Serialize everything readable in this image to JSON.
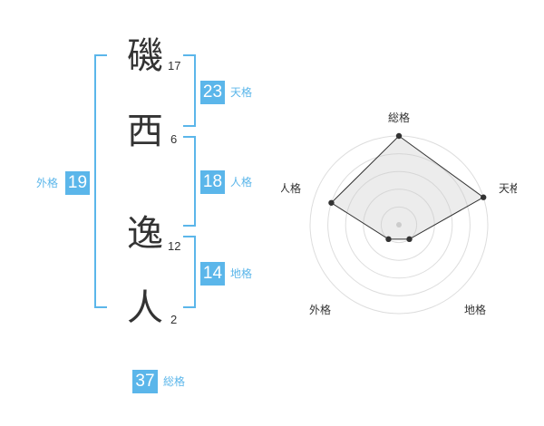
{
  "name_chars": [
    {
      "char": "磯",
      "strokes": "17"
    },
    {
      "char": "西",
      "strokes": "6"
    },
    {
      "char": "逸",
      "strokes": "12"
    },
    {
      "char": "人",
      "strokes": "2"
    }
  ],
  "fortunes": {
    "tenkaku": {
      "value": "23",
      "label": "天格"
    },
    "jinkaku": {
      "value": "18",
      "label": "人格"
    },
    "chikaku": {
      "value": "14",
      "label": "地格"
    },
    "gaikaku": {
      "value": "19",
      "label": "外格"
    },
    "soukaku": {
      "value": "37",
      "label": "総格"
    }
  },
  "colors": {
    "accent": "#5bb6ea",
    "text": "#333333",
    "grid": "#dddddd"
  },
  "chart_data": {
    "type": "radar",
    "axes": [
      "総格",
      "天格",
      "地格",
      "外格",
      "人格"
    ],
    "values": [
      5,
      5,
      1,
      1,
      4
    ],
    "rmax": 5,
    "rings": 5
  }
}
